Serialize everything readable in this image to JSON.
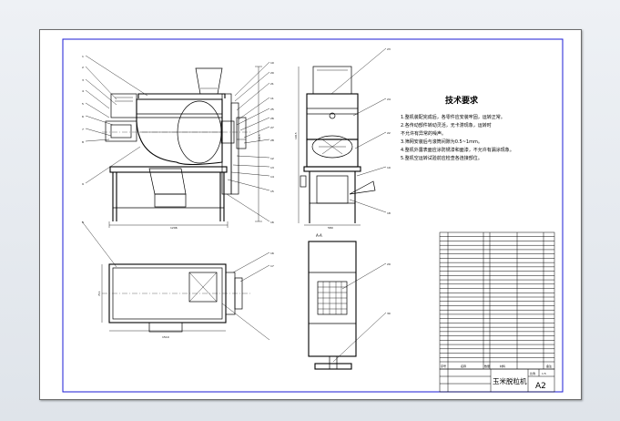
{
  "technical_requirements": {
    "title": "技术要求",
    "notes": [
      "1.整机装配完成后，各零件应安装牢固，运转正常。",
      "2.各传动部件转动灵活，无卡滞现象，运转时",
      "不允许有异常的噪声。",
      "3.筛网安装后与滚筒间隙为0.5~1mm。",
      "4.整机外露表面应涂防锈漆和面漆，不允许有漏涂现象。",
      "5.整机空运转试验前应检查各连接部位。"
    ]
  },
  "section_label": "A-A",
  "dimensions": {
    "front_height": "1015",
    "front_width": "1296",
    "side_width": "580",
    "side_height": "1015",
    "plan_width": "1510",
    "plan_depth": "711"
  },
  "balloons_left": [
    "1",
    "2",
    "3",
    "4",
    "5",
    "6",
    "7",
    "8",
    "9"
  ],
  "balloons_mid_right": [
    "10",
    "20",
    "21",
    "11",
    "25",
    "26",
    "27",
    "28",
    "12",
    "13",
    "14",
    "15",
    "16"
  ],
  "balloons_side": [
    "23",
    "24",
    "22",
    "19",
    "18"
  ],
  "balloon_plan": "17",
  "balloon_sieve": "29",
  "balloon_base": "30",
  "title_block": {
    "drawing_name": "玉米脱粒机",
    "sheet_size": "A2",
    "scale_label": "比例",
    "scale_value": "1:5"
  },
  "bom": {
    "col_headers": [
      "序号",
      "名称",
      "数量",
      "材料",
      "备注"
    ],
    "row_count": 30
  }
}
